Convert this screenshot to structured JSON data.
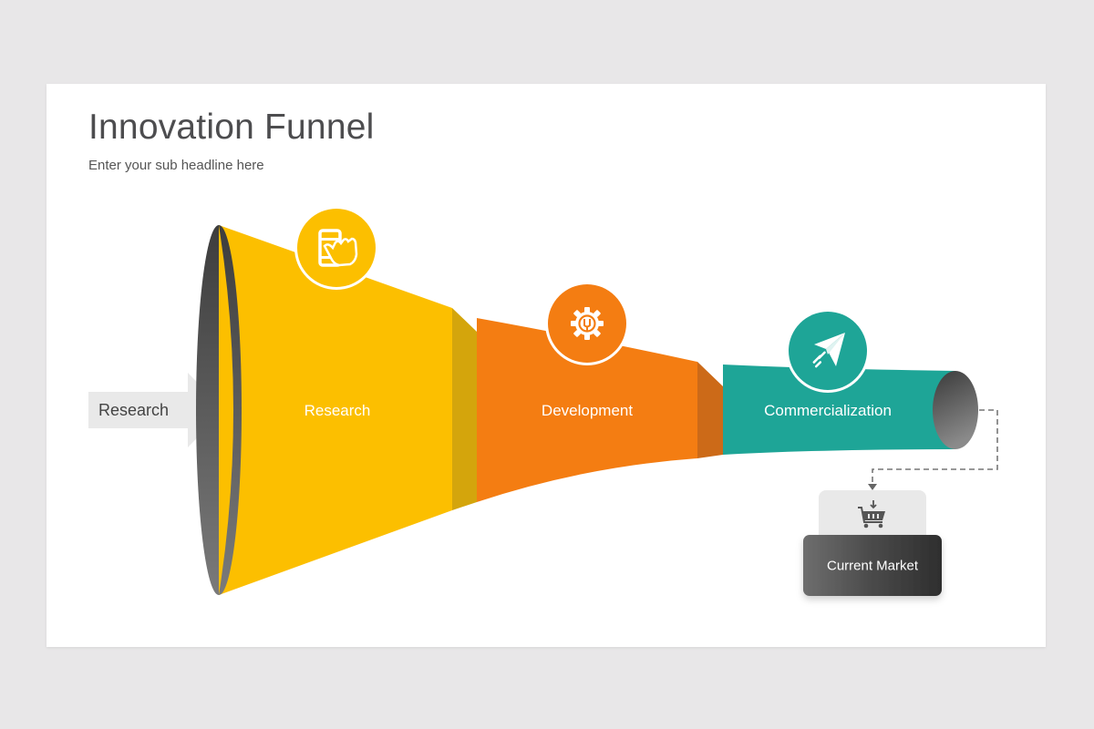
{
  "slide": {
    "title": "Innovation Funnel",
    "subtitle": "Enter your sub headline here"
  },
  "input_arrow": {
    "label": "Research"
  },
  "stages": [
    {
      "label": "Research",
      "icon": "touch-phone-icon",
      "color": "#fcbf00",
      "connector_color": "#d4a50c"
    },
    {
      "label": "Development",
      "icon": "gear-wrench-icon",
      "color": "#f47d12",
      "connector_color": "#cc6a18"
    },
    {
      "label": "Commercialization",
      "icon": "paper-plane-icon",
      "color": "#1ea597"
    }
  ],
  "output": {
    "label": "Current Market",
    "icon": "shopping-cart-icon"
  },
  "colors": {
    "background": "#e8e7e8",
    "slide": "#ffffff",
    "funnel_mouth": "#4a4a4a",
    "market_box": "#3f3f3f",
    "market_cap": "#e9e9e9"
  }
}
